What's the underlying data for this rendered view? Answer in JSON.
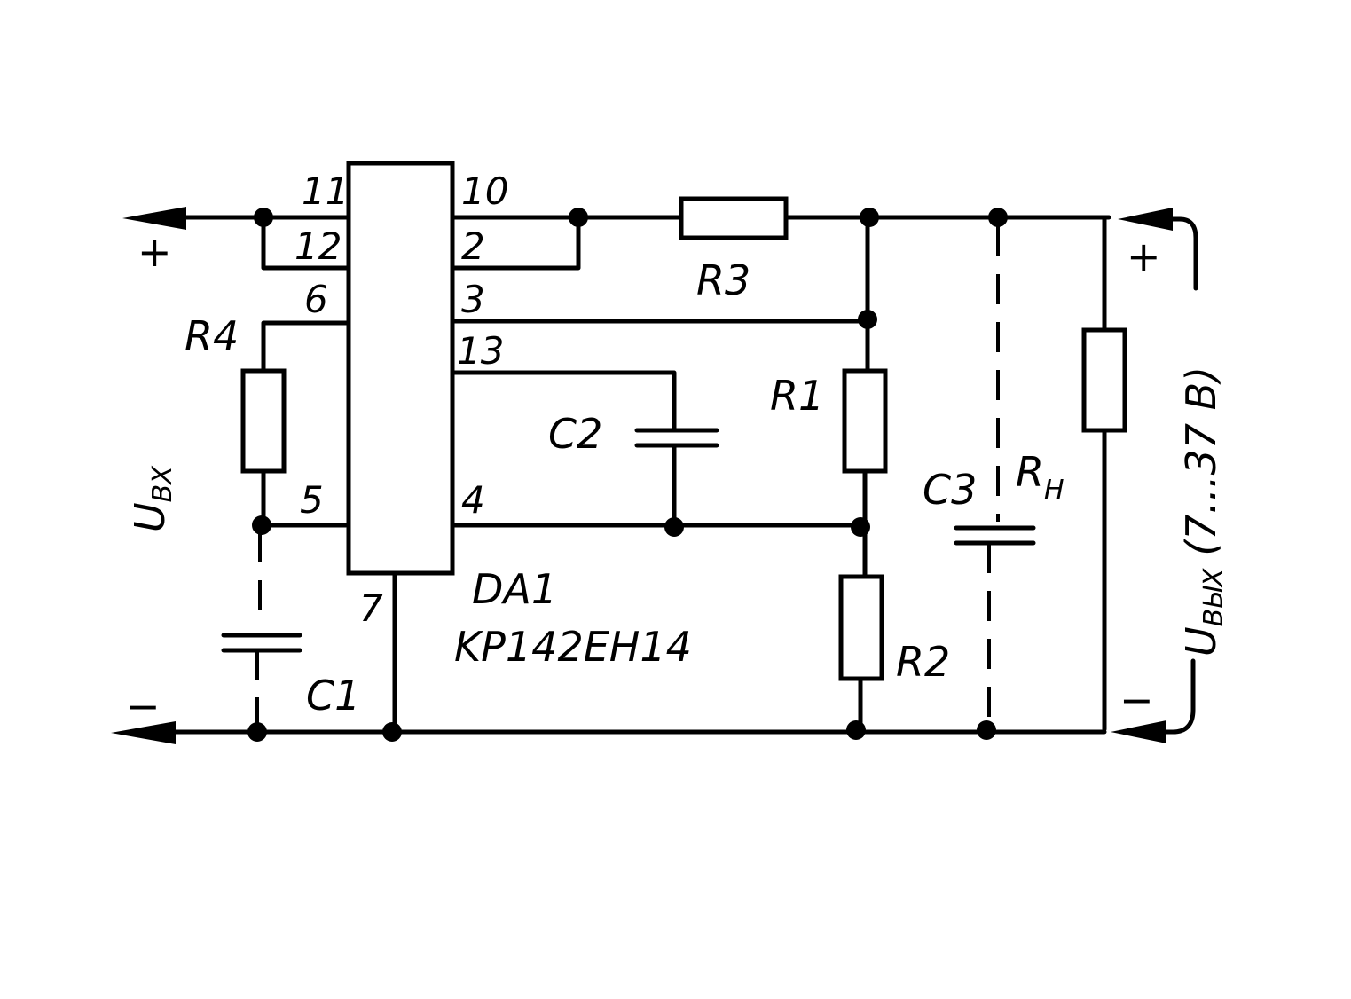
{
  "ic": {
    "ref": "DA1",
    "part": "KP142EH14",
    "pins": {
      "p11": "11",
      "p12": "12",
      "p6": "6",
      "p5": "5",
      "p7": "7",
      "p10": "10",
      "p2": "2",
      "p3": "3",
      "p13": "13",
      "p4": "4"
    }
  },
  "components": {
    "r1": "R1",
    "r2": "R2",
    "r3": "R3",
    "r4": "R4",
    "c1": "C1",
    "c2": "C2",
    "c3": "C3",
    "rn_main": "R",
    "rn_sub": "H"
  },
  "input": {
    "symbol": "U",
    "sub": "BX",
    "plus": "+",
    "minus": "−"
  },
  "output": {
    "symbol": "U",
    "sub": "BЫX",
    "range": "(7...37 B)",
    "plus": "+",
    "minus": "−"
  }
}
